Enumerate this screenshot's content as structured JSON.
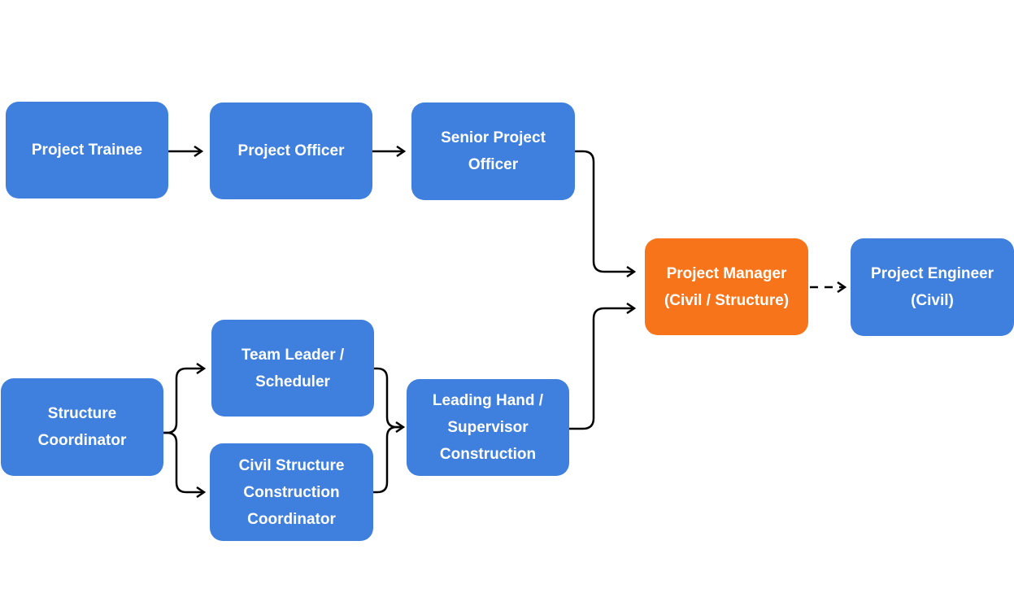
{
  "colors": {
    "node": "#3f7fde",
    "highlight": "#f7741a",
    "arrow": "#000000",
    "background": "#ffffff"
  },
  "nodes": {
    "project_trainee": "Project Trainee",
    "project_officer": "Project Officer",
    "senior_project_officer": "Senior Project\nOfficer",
    "project_manager": "Project Manager\n(Civil / Structure)",
    "project_engineer": "Project Engineer\n(Civil)",
    "structure_coordinator": "Structure\nCoordinator",
    "team_leader_scheduler": "Team Leader /\nScheduler",
    "civil_structure_construction_coordinator": "Civil Structure\nConstruction\nCoordinator",
    "leading_hand_supervisor": "Leading Hand /\nSupervisor\nConstruction"
  },
  "edges": [
    {
      "from": "project_trainee",
      "to": "project_officer",
      "style": "solid"
    },
    {
      "from": "project_officer",
      "to": "senior_project_officer",
      "style": "solid"
    },
    {
      "from": "senior_project_officer",
      "to": "project_manager",
      "style": "solid"
    },
    {
      "from": "structure_coordinator",
      "to": "team_leader_scheduler",
      "style": "solid"
    },
    {
      "from": "structure_coordinator",
      "to": "civil_structure_construction_coordinator",
      "style": "solid"
    },
    {
      "from": "team_leader_scheduler",
      "to": "leading_hand_supervisor",
      "style": "solid"
    },
    {
      "from": "civil_structure_construction_coordinator",
      "to": "leading_hand_supervisor",
      "style": "solid"
    },
    {
      "from": "leading_hand_supervisor",
      "to": "project_manager",
      "style": "solid"
    },
    {
      "from": "project_manager",
      "to": "project_engineer",
      "style": "dashed"
    }
  ]
}
